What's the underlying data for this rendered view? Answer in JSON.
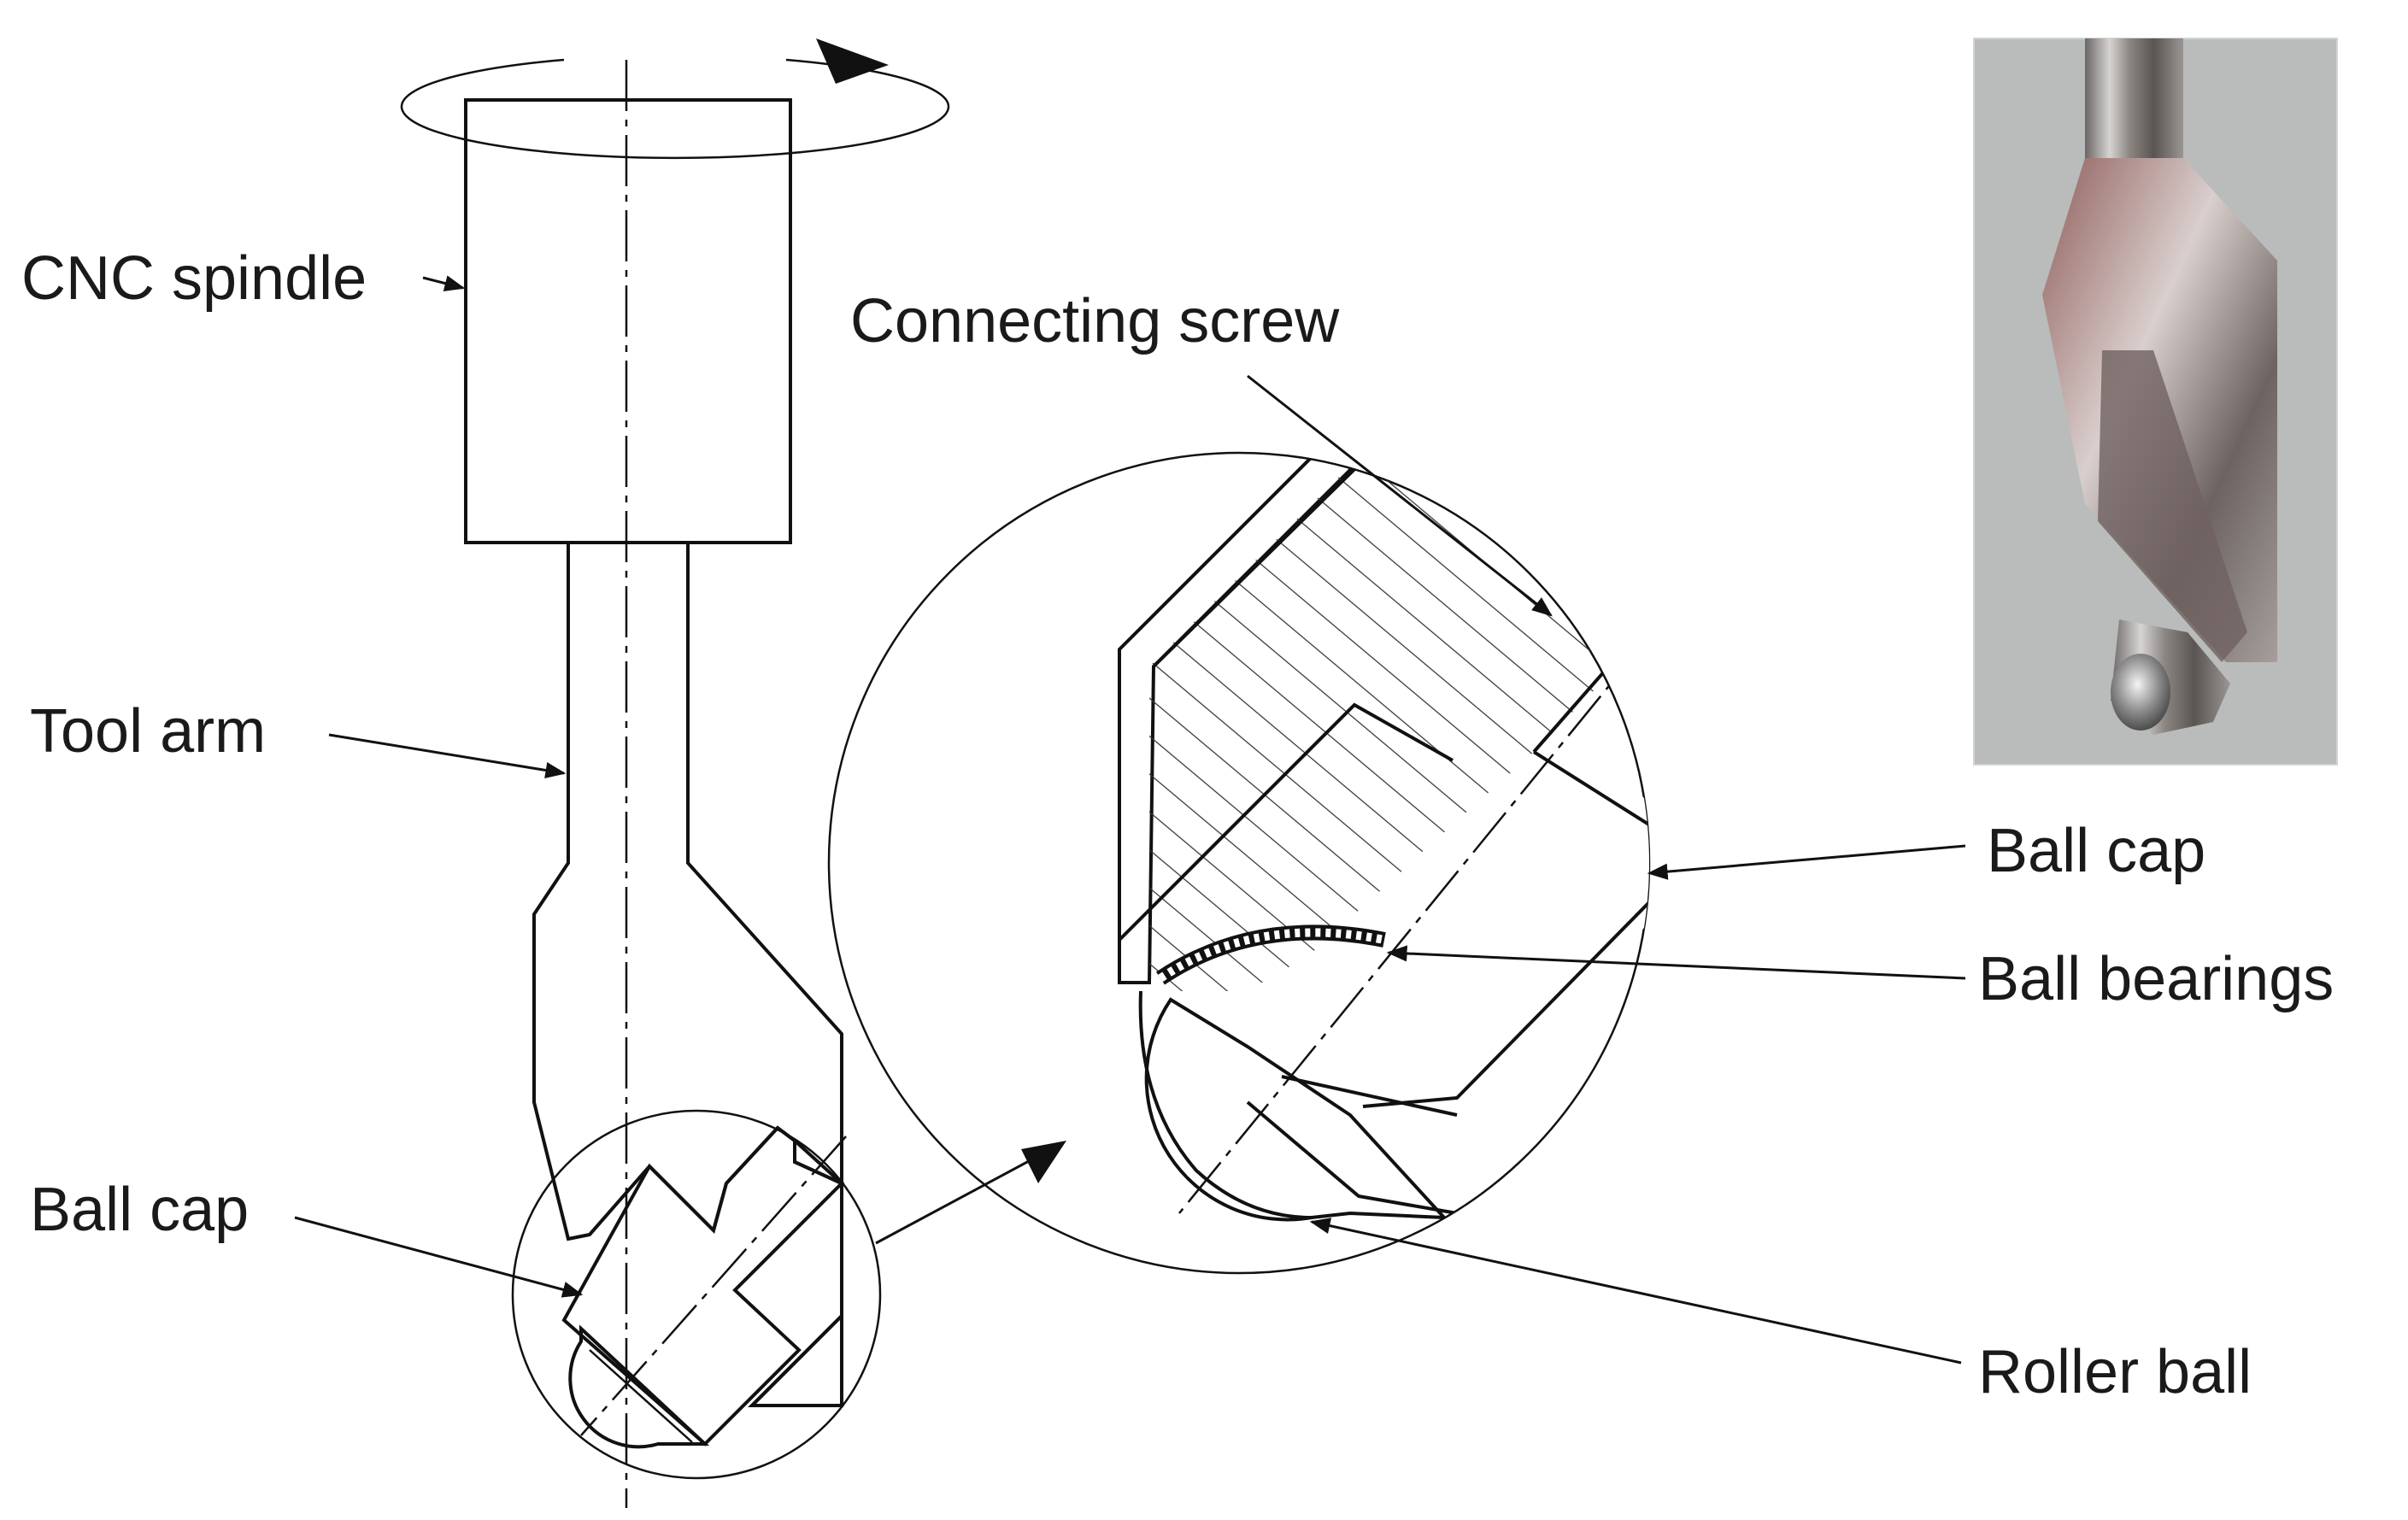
{
  "labels": {
    "cnc_spindle": "CNC spindle",
    "tool_arm": "Tool arm",
    "ball_cap_left": "Ball cap",
    "connecting_screw": "Connecting screw",
    "ball_cap_right": "Ball cap",
    "ball_bearings": "Ball bearings",
    "roller_ball": "Roller ball"
  },
  "colors": {
    "line": "#111111",
    "photo_bg": "#b7bab8"
  }
}
